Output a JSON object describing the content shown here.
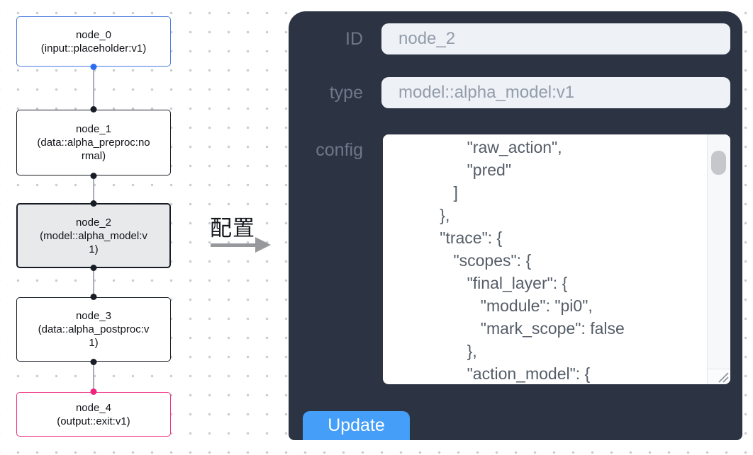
{
  "canvas": {
    "nodes": [
      {
        "id": "node_0",
        "type_label": "(input::placeholder:v1)",
        "role": "input",
        "selected": false
      },
      {
        "id": "node_1",
        "type_label": "(data::alpha_preproc:normal)",
        "role": "processor",
        "selected": false
      },
      {
        "id": "node_2",
        "type_label": "(model::alpha_model:v1)",
        "role": "model",
        "selected": true
      },
      {
        "id": "node_3",
        "type_label": "(data::alpha_postproc:v1)",
        "role": "processor",
        "selected": false
      },
      {
        "id": "node_4",
        "type_label": "(output::exit:v1)",
        "role": "output",
        "selected": false
      }
    ],
    "colors": {
      "input_node_border": "#4a7ce2",
      "input_port": "#2a6cf0",
      "output_node_border": "#ee3080",
      "output_port": "#f1237c",
      "default_node_border": "#171b23",
      "selected_node_bg": "#e8e9eb",
      "edge": "#abaeb4"
    }
  },
  "transition": {
    "label": "配置",
    "arrow_color": "#97989c"
  },
  "panel": {
    "bg_color": "#2c3444",
    "id_label": "ID",
    "id_value": "node_2",
    "type_label": "type",
    "type_value": "model::alpha_model:v1",
    "config_label": "config",
    "config_text": "                 \"raw_action\",\n                 \"pred\"\n              ]\n           },\n           \"trace\": {\n              \"scopes\": {\n                 \"final_layer\": {\n                    \"module\": \"pi0\",\n                    \"mark_scope\": false\n                 },\n                 \"action_model\": {",
    "update_label": "Update",
    "update_color": "#459ef8"
  }
}
